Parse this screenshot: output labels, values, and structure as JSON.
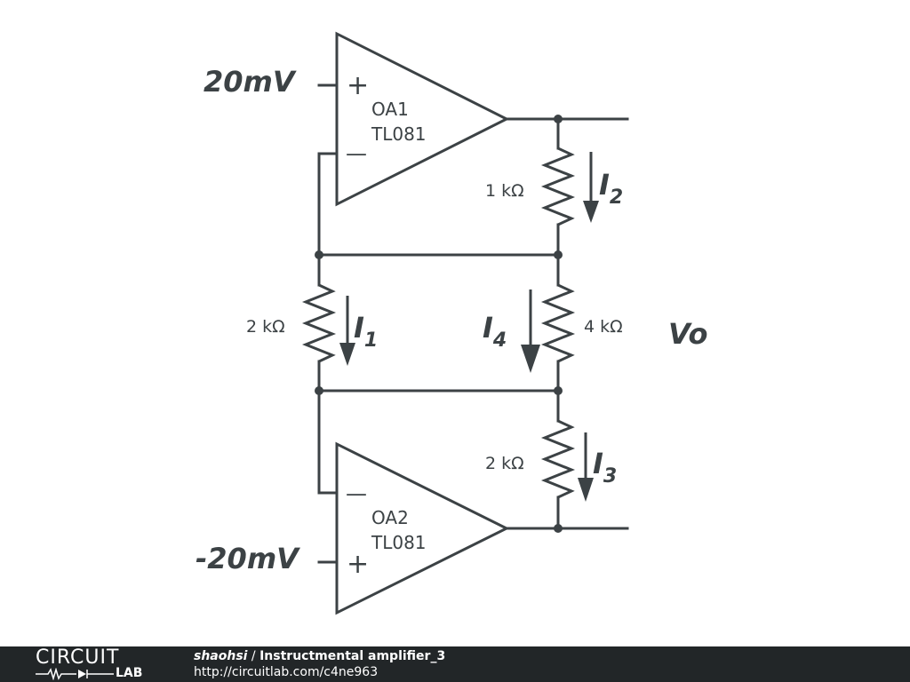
{
  "schematic": {
    "inputs": {
      "top": "20mV",
      "bottom": "-20mV"
    },
    "opamps": [
      {
        "name": "OA1",
        "part": "TL081"
      },
      {
        "name": "OA2",
        "part": "TL081"
      }
    ],
    "pin_symbols": {
      "plus": "+",
      "minus": "—"
    },
    "resistors": {
      "r_top": "1 kΩ",
      "r_gain": "2 kΩ",
      "r_middle": "4 kΩ",
      "r_bottom": "2 kΩ"
    },
    "currents": {
      "i1": {
        "base": "I",
        "sub": "1"
      },
      "i2": {
        "base": "I",
        "sub": "2"
      },
      "i3": {
        "base": "I",
        "sub": "3"
      },
      "i4": {
        "base": "I",
        "sub": "4"
      }
    },
    "output_label": "Vo"
  },
  "footer": {
    "logo_top": "CIRCUIT",
    "logo_bottom": "LAB",
    "author": "shaohsi",
    "separator": " / ",
    "project": "Instructmental amplifier_3",
    "url": "http://circuitlab.com/c4ne963"
  },
  "colors": {
    "ink": "#3c4245",
    "footer_bg": "#222628"
  }
}
